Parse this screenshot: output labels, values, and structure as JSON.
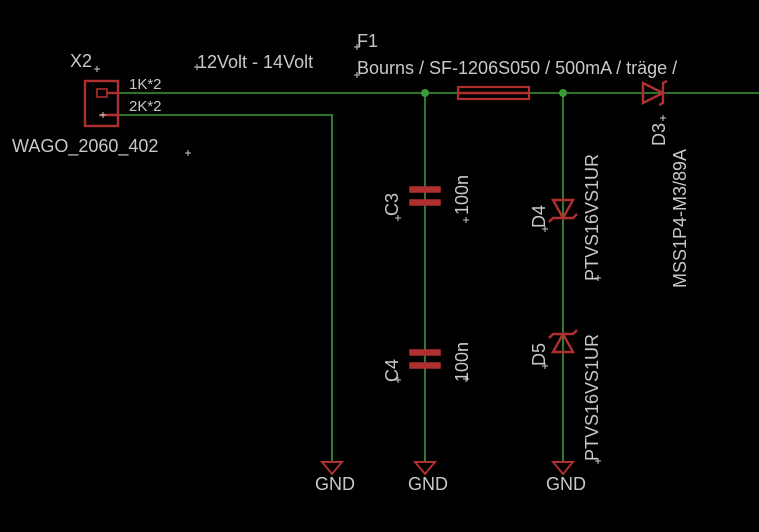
{
  "connector": {
    "name": "X2",
    "value": "WAGO_2060_402",
    "pin1": "1K*2",
    "pin2": "2K*2"
  },
  "supply_label": "12Volt - 14Volt",
  "fuse": {
    "name": "F1",
    "value": "Bourns / SF-1206S050 / 500mA / träge /"
  },
  "capacitors": [
    {
      "name": "C3",
      "value": "100n"
    },
    {
      "name": "C4",
      "value": "100n"
    }
  ],
  "tvs": [
    {
      "name": "D4",
      "value": "PTVS16VS1UR"
    },
    {
      "name": "D5",
      "value": "PTVS16VS1UR"
    }
  ],
  "diode": {
    "name": "D3",
    "value": "MSS1P4-M3/89A"
  },
  "ground_symbols": [
    "GND",
    "GND",
    "GND"
  ],
  "colors": {
    "background": "#000000",
    "wire": "#3a9a3a",
    "part": "#b03030",
    "text": "#c8c8c8"
  }
}
